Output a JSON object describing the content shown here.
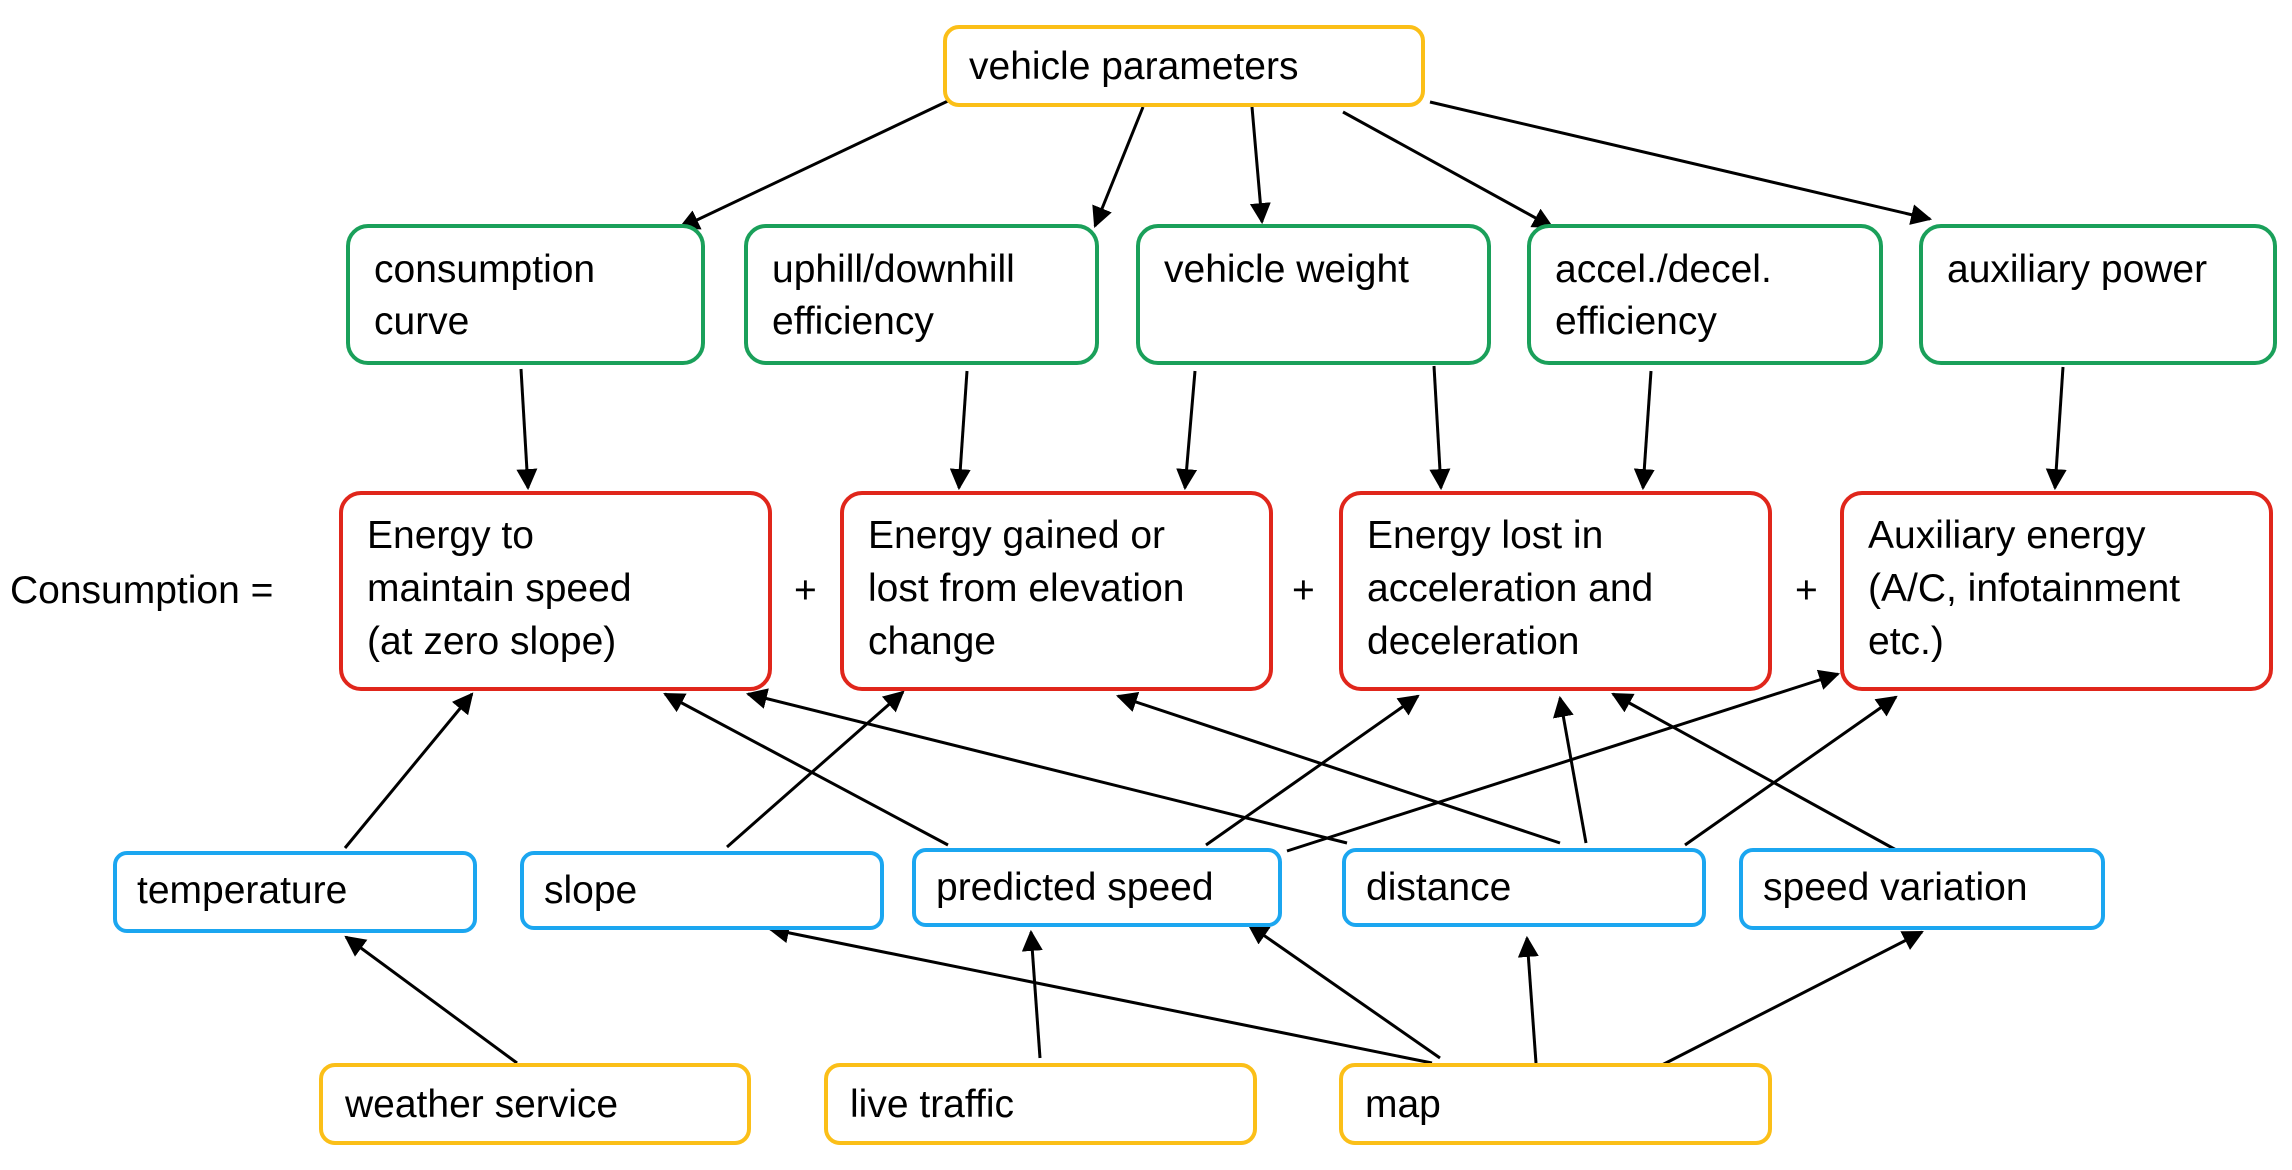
{
  "diagram": {
    "equation_label": "Consumption =",
    "operators": [
      "+",
      "+",
      "+"
    ],
    "colors": {
      "source": "#fbbf18",
      "parameter": "#1aa05a",
      "term": "#e0261b",
      "input": "#1ba6f0",
      "edge": "#000000"
    },
    "nodes": {
      "vehicle_parameters": {
        "kind": "source",
        "lines": [
          "vehicle parameters"
        ]
      },
      "consumption_curve": {
        "kind": "parameter",
        "lines": [
          "consumption",
          "curve"
        ]
      },
      "uphill_downhill_efficiency": {
        "kind": "parameter",
        "lines": [
          "uphill/downhill",
          "efficiency"
        ]
      },
      "vehicle_weight": {
        "kind": "parameter",
        "lines": [
          "vehicle weight"
        ]
      },
      "accel_decel_efficiency": {
        "kind": "parameter",
        "lines": [
          "accel./decel.",
          "efficiency"
        ]
      },
      "auxiliary_power": {
        "kind": "parameter",
        "lines": [
          "auxiliary power"
        ]
      },
      "energy_maintain_speed": {
        "kind": "term",
        "lines": [
          "Energy to",
          "maintain speed",
          "(at zero slope)"
        ]
      },
      "energy_elevation": {
        "kind": "term",
        "lines": [
          "Energy gained or",
          "lost from elevation",
          "change"
        ]
      },
      "energy_accel_decel": {
        "kind": "term",
        "lines": [
          "Energy lost in",
          "acceleration and",
          "deceleration"
        ]
      },
      "auxiliary_energy": {
        "kind": "term",
        "lines": [
          "Auxiliary energy",
          "(A/C, infotainment",
          "etc.)"
        ]
      },
      "temperature": {
        "kind": "input",
        "lines": [
          "temperature"
        ]
      },
      "slope": {
        "kind": "input",
        "lines": [
          "slope"
        ]
      },
      "predicted_speed": {
        "kind": "input",
        "lines": [
          "predicted speed"
        ]
      },
      "distance": {
        "kind": "input",
        "lines": [
          "distance"
        ]
      },
      "speed_variation": {
        "kind": "input",
        "lines": [
          "speed variation"
        ]
      },
      "weather_service": {
        "kind": "source",
        "lines": [
          "weather service"
        ]
      },
      "live_traffic": {
        "kind": "source",
        "lines": [
          "live traffic"
        ]
      },
      "map": {
        "kind": "source",
        "lines": [
          "map"
        ]
      }
    },
    "edges": [
      {
        "from": "vehicle_parameters",
        "to": "consumption_curve"
      },
      {
        "from": "vehicle_parameters",
        "to": "uphill_downhill_efficiency"
      },
      {
        "from": "vehicle_parameters",
        "to": "vehicle_weight"
      },
      {
        "from": "vehicle_parameters",
        "to": "accel_decel_efficiency"
      },
      {
        "from": "vehicle_parameters",
        "to": "auxiliary_power"
      },
      {
        "from": "consumption_curve",
        "to": "energy_maintain_speed"
      },
      {
        "from": "uphill_downhill_efficiency",
        "to": "energy_elevation"
      },
      {
        "from": "vehicle_weight",
        "to": "energy_elevation"
      },
      {
        "from": "vehicle_weight",
        "to": "energy_accel_decel"
      },
      {
        "from": "accel_decel_efficiency",
        "to": "energy_accel_decel"
      },
      {
        "from": "auxiliary_power",
        "to": "auxiliary_energy"
      },
      {
        "from": "temperature",
        "to": "energy_maintain_speed"
      },
      {
        "from": "slope",
        "to": "energy_elevation"
      },
      {
        "from": "predicted_speed",
        "to": "energy_maintain_speed"
      },
      {
        "from": "predicted_speed",
        "to": "energy_accel_decel"
      },
      {
        "from": "predicted_speed",
        "to": "auxiliary_energy"
      },
      {
        "from": "distance",
        "to": "energy_maintain_speed"
      },
      {
        "from": "distance",
        "to": "energy_elevation"
      },
      {
        "from": "distance",
        "to": "energy_accel_decel"
      },
      {
        "from": "distance",
        "to": "auxiliary_energy"
      },
      {
        "from": "speed_variation",
        "to": "energy_accel_decel"
      },
      {
        "from": "weather_service",
        "to": "temperature"
      },
      {
        "from": "live_traffic",
        "to": "predicted_speed"
      },
      {
        "from": "map",
        "to": "slope"
      },
      {
        "from": "map",
        "to": "predicted_speed"
      },
      {
        "from": "map",
        "to": "distance"
      },
      {
        "from": "map",
        "to": "speed_variation"
      }
    ]
  }
}
